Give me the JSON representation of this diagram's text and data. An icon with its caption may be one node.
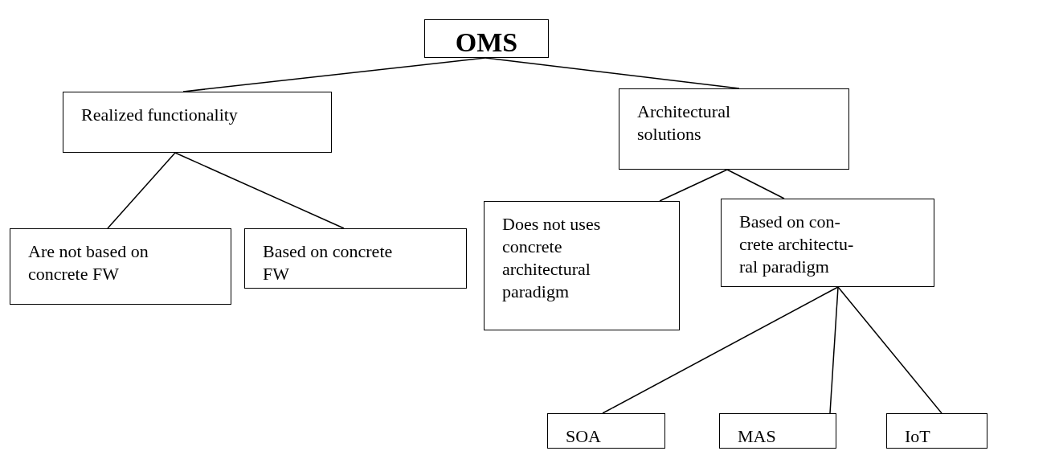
{
  "diagram": {
    "nodes": [
      {
        "text": [
          "OMS"
        ]
      },
      {
        "text": [
          "Realized functionality"
        ]
      },
      {
        "text": [
          "Architectural solutions"
        ]
      },
      {
        "text": [
          "Are not based on concrete FW"
        ]
      },
      {
        "text": [
          "Based on concrete FW"
        ]
      },
      {
        "text": [
          "Does not uses concrete architectural paradigm"
        ]
      },
      {
        "text": [
          "Based on con- crete architectu- ral paradigm"
        ]
      },
      {
        "text": [
          "SOA"
        ]
      },
      {
        "text": [
          "MAS"
        ]
      },
      {
        "text": [
          "IoT"
        ]
      }
    ],
    "edges": [
      {
        "from": 0,
        "to": 1,
        "arrow": "none"
      },
      {
        "from": 0,
        "to": 2,
        "arrow": "none"
      },
      {
        "from": 1,
        "to": 3,
        "arrow": "none"
      },
      {
        "from": 1,
        "to": 4,
        "arrow": "none"
      },
      {
        "from": 2,
        "to": 5,
        "arrow": "none"
      },
      {
        "from": 2,
        "to": 6,
        "arrow": "none"
      },
      {
        "from": 6,
        "to": 7,
        "arrow": "none"
      },
      {
        "from": 6,
        "to": 8,
        "arrow": "none"
      },
      {
        "from": 6,
        "to": 9,
        "arrow": "none"
      }
    ]
  }
}
